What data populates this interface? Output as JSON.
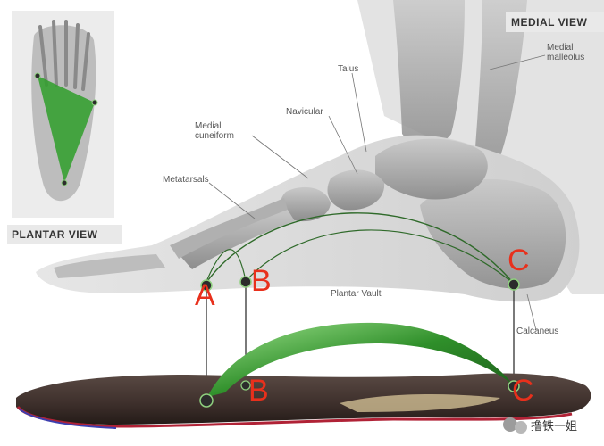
{
  "views": {
    "medial": "MEDIAL VIEW",
    "plantar": "PLANTAR VIEW"
  },
  "anatomy_labels": {
    "medial_malleolus": "Medial malleolus",
    "talus": "Talus",
    "navicular": "Navicular",
    "medial_cuneiform": "Medial cuneiform",
    "metatarsals": "Metatarsals",
    "plantar_vault": "Plantar Vault",
    "calcaneus": "Calcaneus"
  },
  "points": {
    "a": "A",
    "b": "B",
    "c": "C"
  },
  "watermark": "撸铁一姐",
  "colors": {
    "arch_green": "#2f8f2a",
    "label_red": "#e8301c",
    "insole_dark": "#3d2f2b"
  }
}
